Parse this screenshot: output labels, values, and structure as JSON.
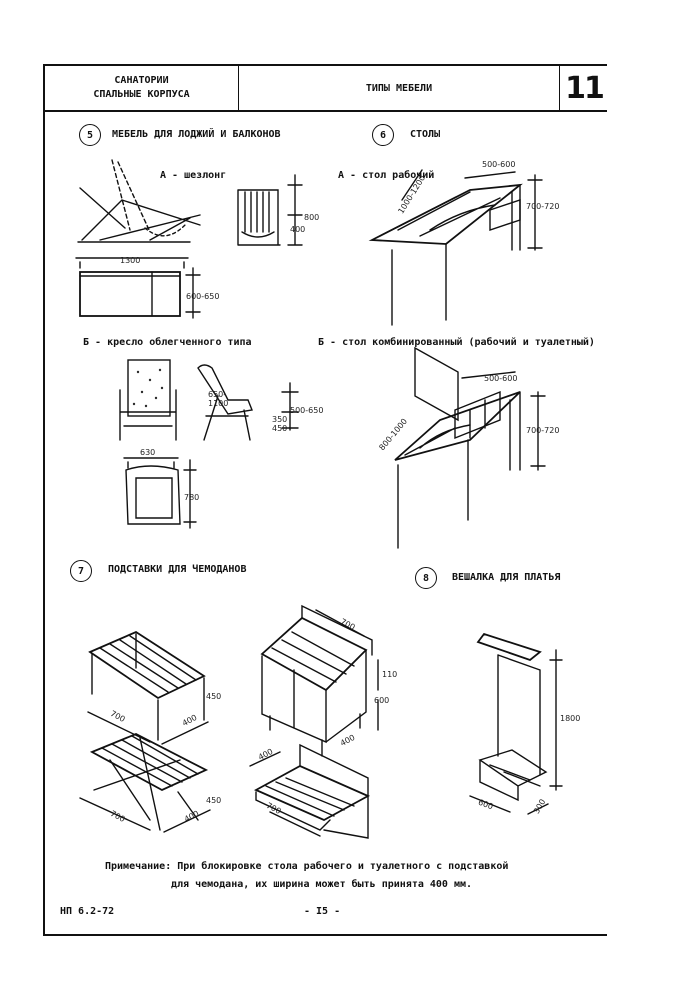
{
  "header": {
    "org_line1": "САНАТОРИИ",
    "org_line2": "СПАЛЬНЫЕ КОРПУСА",
    "title": "ТИПЫ МЕБЕЛИ",
    "sheet_number": "11"
  },
  "sections": [
    {
      "number": "5",
      "title": "МЕБЕЛЬ ДЛЯ ЛОДЖИЙ И БАЛКОНОВ",
      "items": [
        {
          "label": "А - шезлонг",
          "dims": [
            "1300",
            "800",
            "400",
            "600-650"
          ]
        },
        {
          "label": "Б - кресло облегченного типа",
          "dims": [
            "650-1100",
            "500-650",
            "350",
            "450",
            "630",
            "780"
          ]
        }
      ]
    },
    {
      "number": "6",
      "title": "СТОЛЫ",
      "items": [
        {
          "label": "А - стол рабочий",
          "dims": [
            "500-600",
            "1000-1200",
            "700-720"
          ]
        },
        {
          "label": "Б - стол комбинированный (рабочий и туалетный)",
          "dims": [
            "500-600",
            "800-1000",
            "700-720"
          ]
        }
      ]
    },
    {
      "number": "7",
      "title": "ПОДСТАВКИ ДЛЯ ЧЕМОДАНОВ",
      "dims": [
        "700",
        "400",
        "450",
        "700",
        "400",
        "450",
        "700",
        "110",
        "600",
        "400",
        "400",
        "700"
      ]
    },
    {
      "number": "8",
      "title": "ВЕШАЛКА ДЛЯ ПЛАТЬЯ",
      "dims": [
        "1800",
        "600",
        "300"
      ]
    }
  ],
  "note": {
    "line1": "Примечание: При блокировке стола рабочего и туалетного с подставкой",
    "line2": "для чемодана, их ширина может быть принята 400 мм."
  },
  "footer": {
    "code": "НП 6.2-72",
    "page": "- I5 -"
  }
}
